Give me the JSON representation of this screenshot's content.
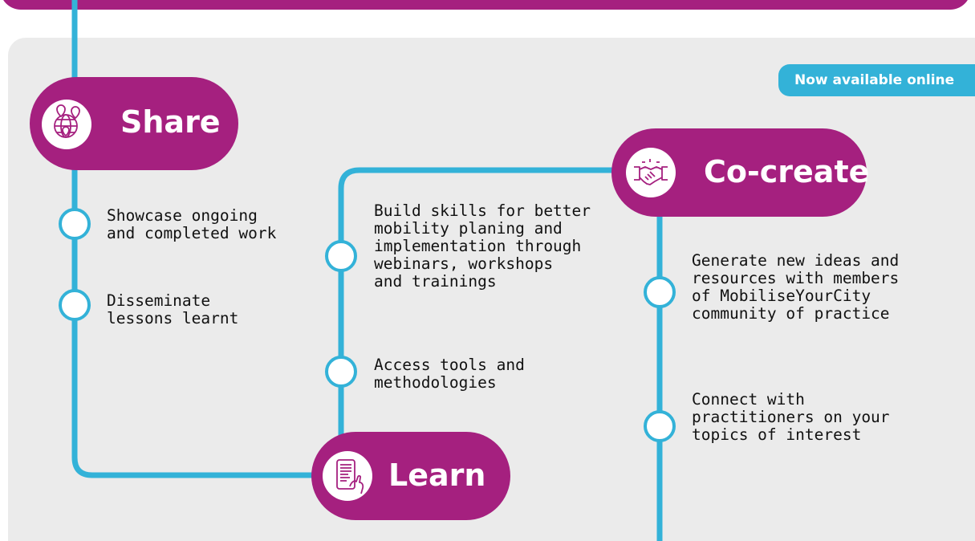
{
  "badge": "Now available online",
  "share": {
    "title": "Share",
    "icon": "globe-location-pins-icon",
    "items": [
      "Showcase ongoing\nand completed work",
      "Disseminate\nlessons learnt"
    ]
  },
  "learn": {
    "title": "Learn",
    "icon": "tablet-document-hand-icon",
    "items": [
      "Build skills for better\nmobility planing and\nimplementation through\nwebinars, workshops\nand trainings",
      "Access tools and\nmethodologies"
    ]
  },
  "cocreate": {
    "title": "Co-create",
    "icon": "handshake-icon",
    "items": [
      "Generate new ideas and\nresources with members\nof MobiliseYourCity\ncommunity of practice",
      "Connect with\npractitioners on your\ntopics of interest"
    ]
  },
  "colors": {
    "magenta": "#a5207f",
    "line_blue": "#33b2d8",
    "panel_grey": "#ebebeb"
  }
}
